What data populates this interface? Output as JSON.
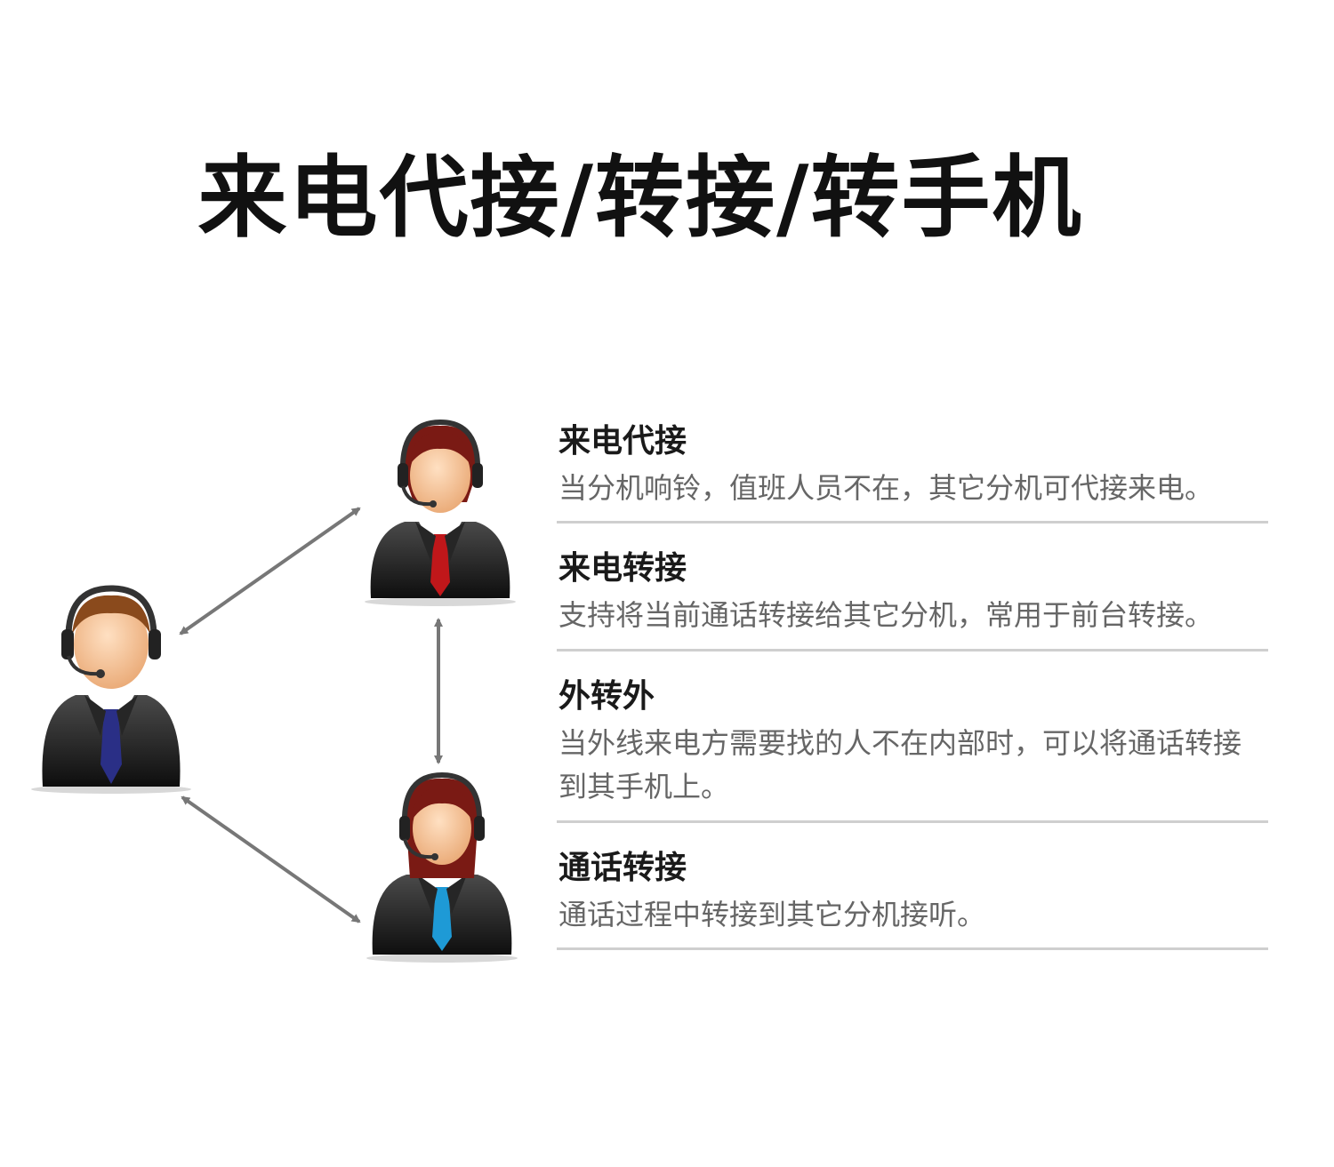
{
  "page": {
    "title": "来电代接/转接/转手机"
  },
  "diagram": {
    "people": [
      {
        "role": "caller",
        "tie_color": "#2a2f86",
        "hair_color": "#8a4a1c"
      },
      {
        "role": "agent-top",
        "tie_color": "#c0171a",
        "hair_color": "#7a1a14"
      },
      {
        "role": "agent-bottom",
        "tie_color": "#1e9ad6",
        "hair_color": "#7a1a14"
      }
    ],
    "arrow_color": "#777777"
  },
  "features": [
    {
      "title": "来电代接",
      "desc": "当分机响铃，值班人员不在，其它分机可代接来电。"
    },
    {
      "title": "来电转接",
      "desc": "支持将当前通话转接给其它分机，常用于前台转接。"
    },
    {
      "title": "外转外",
      "desc": "当外线来电方需要找的人不在内部时，可以将通话转接到其手机上。"
    },
    {
      "title": "通话转接",
      "desc": "通话过程中转接到其它分机接听。"
    }
  ]
}
